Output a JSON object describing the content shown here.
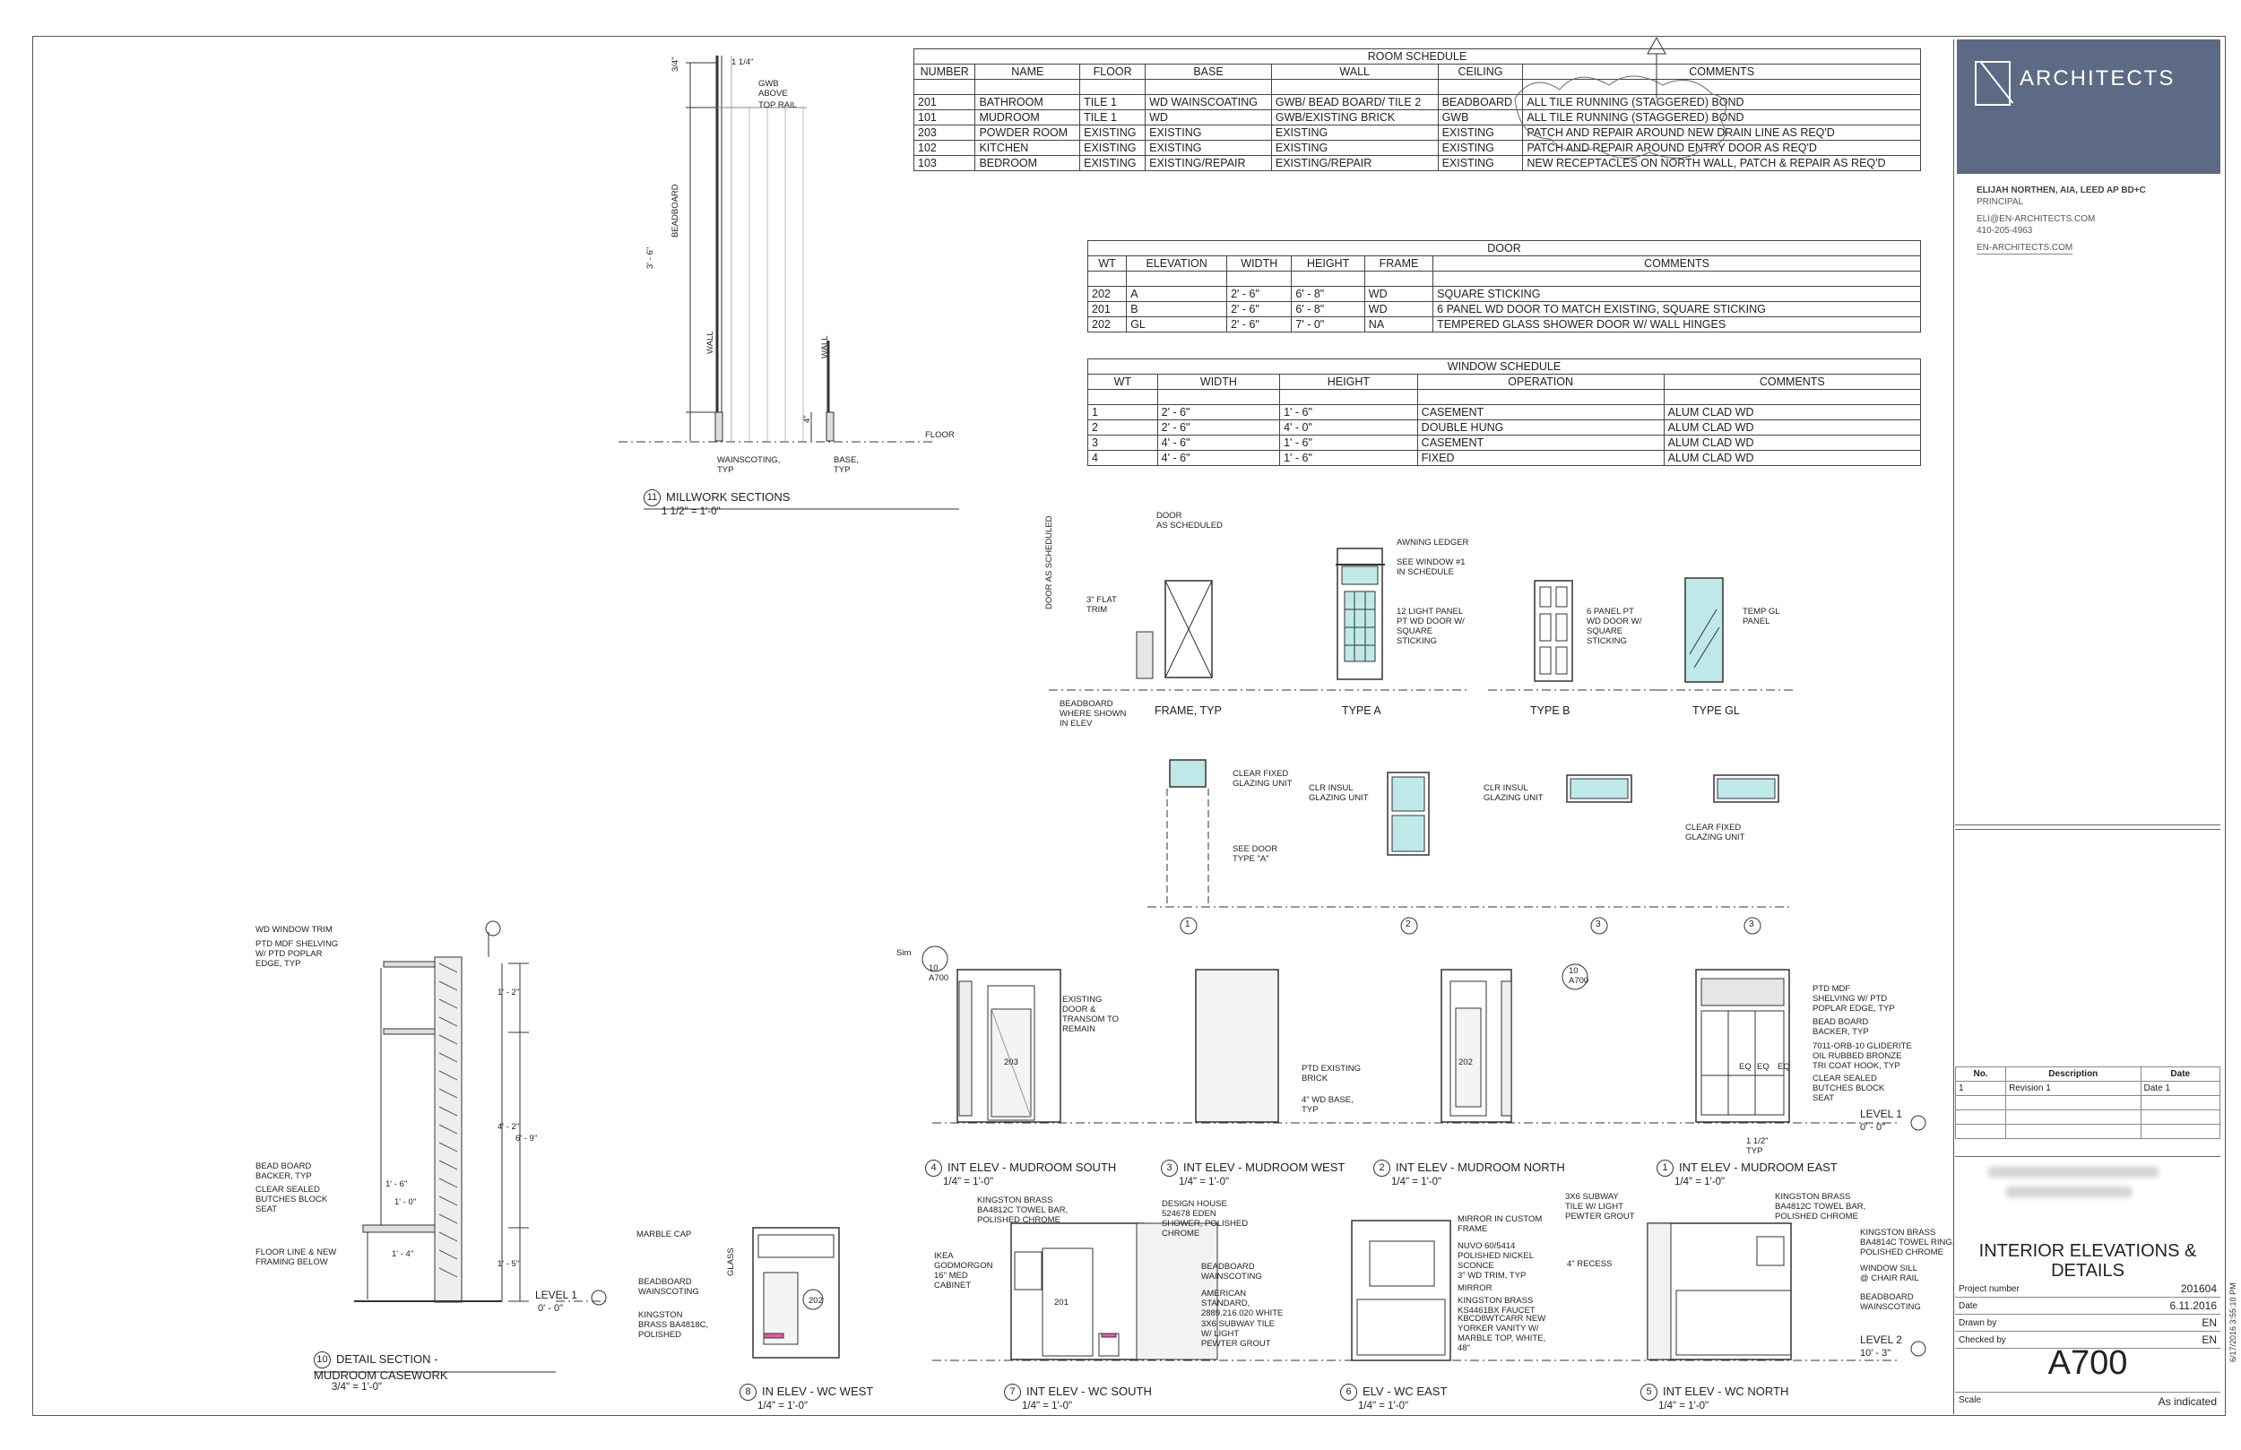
{
  "room_schedule": {
    "title": "ROOM SCHEDULE",
    "headers": [
      "NUMBER",
      "NAME",
      "FLOOR",
      "BASE",
      "WALL",
      "CEILING",
      "COMMENTS"
    ],
    "rows": [
      [
        "201",
        "BATHROOM",
        "TILE 1",
        "WD WAINSCOATING",
        "GWB/ BEAD BOARD/ TILE 2",
        "BEADBOARD",
        "ALL TILE RUNNING (STAGGERED) BOND"
      ],
      [
        "101",
        "MUDROOM",
        "TILE 1",
        "WD",
        "GWB/EXISTING BRICK",
        "GWB",
        "ALL TILE RUNNING (STAGGERED) BOND"
      ],
      [
        "203",
        "POWDER ROOM",
        "EXISTING",
        "EXISTING",
        "EXISTING",
        "EXISTING",
        "PATCH AND REPAIR AROUND NEW DRAIN LINE AS REQ'D"
      ],
      [
        "102",
        "KITCHEN",
        "EXISTING",
        "EXISTING",
        "EXISTING",
        "EXISTING",
        "PATCH AND REPAIR AROUND ENTRY DOOR AS REQ'D"
      ],
      [
        "103",
        "BEDROOM",
        "EXISTING",
        "EXISTING/REPAIR",
        "EXISTING/REPAIR",
        "EXISTING",
        "NEW RECEPTACLES ON NORTH WALL, PATCH & REPAIR AS REQ'D"
      ]
    ]
  },
  "door_schedule": {
    "title": "DOOR",
    "headers": [
      "WT",
      "ELEVATION",
      "WIDTH",
      "HEIGHT",
      "FRAME",
      "COMMENTS"
    ],
    "rows": [
      [
        "202",
        "A",
        "2' - 6\"",
        "6' - 8\"",
        "WD",
        "SQUARE STICKING"
      ],
      [
        "201",
        "B",
        "2' - 6\"",
        "6' - 8\"",
        "WD",
        "6 PANEL WD DOOR TO MATCH EXISTING, SQUARE STICKING"
      ],
      [
        "202",
        "GL",
        "2' - 6\"",
        "7' - 0\"",
        "NA",
        "TEMPERED GLASS SHOWER DOOR W/ WALL HINGES"
      ]
    ]
  },
  "window_schedule": {
    "title": "WINDOW SCHEDULE",
    "headers": [
      "WT",
      "WIDTH",
      "HEIGHT",
      "OPERATION",
      "COMMENTS"
    ],
    "rows": [
      [
        "1",
        "2' - 6\"",
        "1' - 6\"",
        "CASEMENT",
        "ALUM CLAD WD"
      ],
      [
        "2",
        "2' - 6\"",
        "4' - 0\"",
        "DOUBLE HUNG",
        "ALUM CLAD WD"
      ],
      [
        "3",
        "4' - 6\"",
        "1' - 6\"",
        "CASEMENT",
        "ALUM CLAD WD"
      ],
      [
        "4",
        "4' - 6\"",
        "1' - 6\"",
        "FIXED",
        "ALUM CLAD WD"
      ]
    ]
  },
  "title_block": {
    "firm": "ARCHITECTS",
    "principal": "ELIJAH NORTHEN, AIA, LEED AP BD+C",
    "role": "PRINCIPAL",
    "email": "ELI@EN-ARCHITECTS.COM",
    "phone": "410-205-4963",
    "web": "EN-ARCHITECTS.COM",
    "rev_headers": [
      "No.",
      "Description",
      "Date"
    ],
    "rev_row": [
      "1",
      "Revision 1",
      "Date 1"
    ],
    "sheet_title": "INTERIOR ELEVATIONS & DETAILS",
    "project_number_label": "Project number",
    "project_number": "201604",
    "date_label": "Date",
    "date": "6.11.2016",
    "drawn_by_label": "Drawn by",
    "drawn_by": "EN",
    "checked_by_label": "Checked by",
    "checked_by": "EN",
    "sheet_number": "A700",
    "scale_label": "Scale",
    "scale": "As indicated",
    "print_stamp": "6/17/2016 3:55:10 PM"
  },
  "views": {
    "v11": {
      "num": "11",
      "title": "MILLWORK SECTIONS",
      "scale": "1 1/2\" = 1'-0\""
    },
    "v10": {
      "num": "10",
      "title": "DETAIL SECTION - MUDROOM CASEWORK",
      "scale": "3/4\" = 1'-0\""
    },
    "v4": {
      "num": "4",
      "title": "INT ELEV - MUDROOM SOUTH",
      "scale": "1/4\" = 1'-0\""
    },
    "v3": {
      "num": "3",
      "title": "INT ELEV - MUDROOM WEST",
      "scale": "1/4\" = 1'-0\""
    },
    "v2": {
      "num": "2",
      "title": "INT ELEV - MUDROOM NORTH",
      "scale": "1/4\" = 1'-0\""
    },
    "v1": {
      "num": "1",
      "title": "INT ELEV - MUDROOM EAST",
      "scale": "1/4\" = 1'-0\""
    },
    "v8": {
      "num": "8",
      "title": "IN ELEV - WC WEST",
      "scale": "1/4\" = 1'-0\""
    },
    "v7": {
      "num": "7",
      "title": "INT ELEV - WC SOUTH",
      "scale": "1/4\" = 1'-0\""
    },
    "v6": {
      "num": "6",
      "title": "ELV - WC EAST",
      "scale": "1/4\" = 1'-0\""
    },
    "v5": {
      "num": "5",
      "title": "INT ELEV - WC NORTH",
      "scale": "1/4\" = 1'-0\""
    }
  },
  "door_types": {
    "frame": "FRAME, TYP",
    "a": "TYPE A",
    "b": "TYPE B",
    "gl": "TYPE GL",
    "window_tags": [
      "1",
      "2",
      "3",
      "3"
    ]
  },
  "levels": {
    "level1_label": "LEVEL 1",
    "level1_elev": "0' - 0\"",
    "level2_label": "LEVEL 2",
    "level2_elev": "10' - 3\""
  },
  "notes": {
    "millwork": [
      "GWB\nABOVE",
      "TOP RAIL",
      "BEADBOARD",
      "WALL",
      "WALL",
      "FLOOR",
      "WAINSCOTING,\nTYP",
      "BASE,\nTYP",
      "1 1/4\"",
      "3' - 6\"",
      "3/4\"",
      "4\""
    ],
    "casework": [
      "WD WINDOW TRIM",
      "PTD MDF SHELVING\nW/ PTD POPLAR\nEDGE, TYP",
      "BEAD BOARD\nBACKER, TYP",
      "CLEAR SEALED\nBUTCHES BLOCK\nSEAT",
      "FLOOR LINE & NEW\nFRAMING BELOW",
      "1' - 2\"",
      "4' - 2\"",
      "6' - 9\"",
      "1' - 5\"",
      "1' - 6\"",
      "1' - 0\"",
      "1' - 4\""
    ],
    "doors": [
      "DOOR\nAS SCHEDULED",
      "3\" FLAT\nTRIM",
      "BEADBOARD\nWHERE SHOWN\nIN ELEV",
      "DOOR AS SCHEDULED",
      "AWNING LEDGER",
      "SEE WINDOW #1\nIN SCHEDULE",
      "12 LIGHT PANEL\nPT WD DOOR W/\nSQUARE\nSTICKING",
      "6 PANEL PT\nWD DOOR W/\nSQUARE\nSTICKING",
      "TEMP GL\nPANEL"
    ],
    "windows": [
      "CLEAR FIXED\nGLAZING UNIT",
      "SEE DOOR\nTYPE \"A\"",
      "CLR INSUL\nGLAZING UNIT",
      "CLR INSUL\nGLAZING UNIT",
      "CLEAR FIXED\nGLAZING UNIT"
    ],
    "mudroom": [
      "EXISTING\nDOOR &\nTRANSOM TO\nREMAIN",
      "PTD EXISTING\nBRICK",
      "4\" WD BASE,\nTYP",
      "PTD MDF\nSHELVING W/ PTD\nPOPLAR EDGE, TYP",
      "BEAD BOARD\nBACKER, TYP",
      "7011-ORB-10 GLIDERITE\nOIL RUBBED BRONZE\nTRI COAT HOOK, TYP",
      "CLEAR SEALED\nBUTCHES BLOCK\nSEAT",
      "EQ",
      "EQ",
      "EQ",
      "1 1/2\"\nTYP",
      "203",
      "202",
      "Sim",
      "10\nA700",
      "10\nA700"
    ],
    "wc": [
      "MARBLE CAP",
      "BEADBOARD\nWAINSCOTING",
      "KINGSTON\nBRASS BA4818C,\nPOLISHED",
      "IKEA\nGODMORGON\n16\" MED\nCABINET",
      "KINGSTON BRASS\nBA4812C TOWEL BAR,\nPOLISHED CHROME",
      "DESIGN HOUSE\n524678 EDEN\nSHOWER, POLISHED\nCHROME",
      "BEADBOARD\nWAINSCOTING",
      "AMERICAN\nSTANDARD,\n2889.216.020 WHITE",
      "3X6 SUBWAY TILE\nW/ LIGHT\nPEWTER GROUT",
      "MIRROR IN CUSTOM\nFRAME",
      "NUVO 60/5414\nPOLISHED NICKEL\nSCONCE",
      "3\" WD TRIM, TYP",
      "MIRROR",
      "KINGSTON BRASS\nKS4461BX FAUCET",
      "KBCD8WTCARR NEW\nYORKER VANITY W/\nMARBLE TOP, WHITE,\n48\"",
      "3X6 SUBWAY\nTILE W/ LIGHT\nPEWTER GROUT",
      "4\" RECESS",
      "KINGSTON BRASS\nBA4812C TOWEL BAR,\nPOLISHED CHROME",
      "KINGSTON BRASS\nBA4814C TOWEL RING,\nPOLISHED CHROME",
      "WINDOW SILL\n@ CHAIR RAIL",
      "BEADBOARD\nWAINSCOTING",
      "202",
      "201",
      "GLASS"
    ]
  }
}
